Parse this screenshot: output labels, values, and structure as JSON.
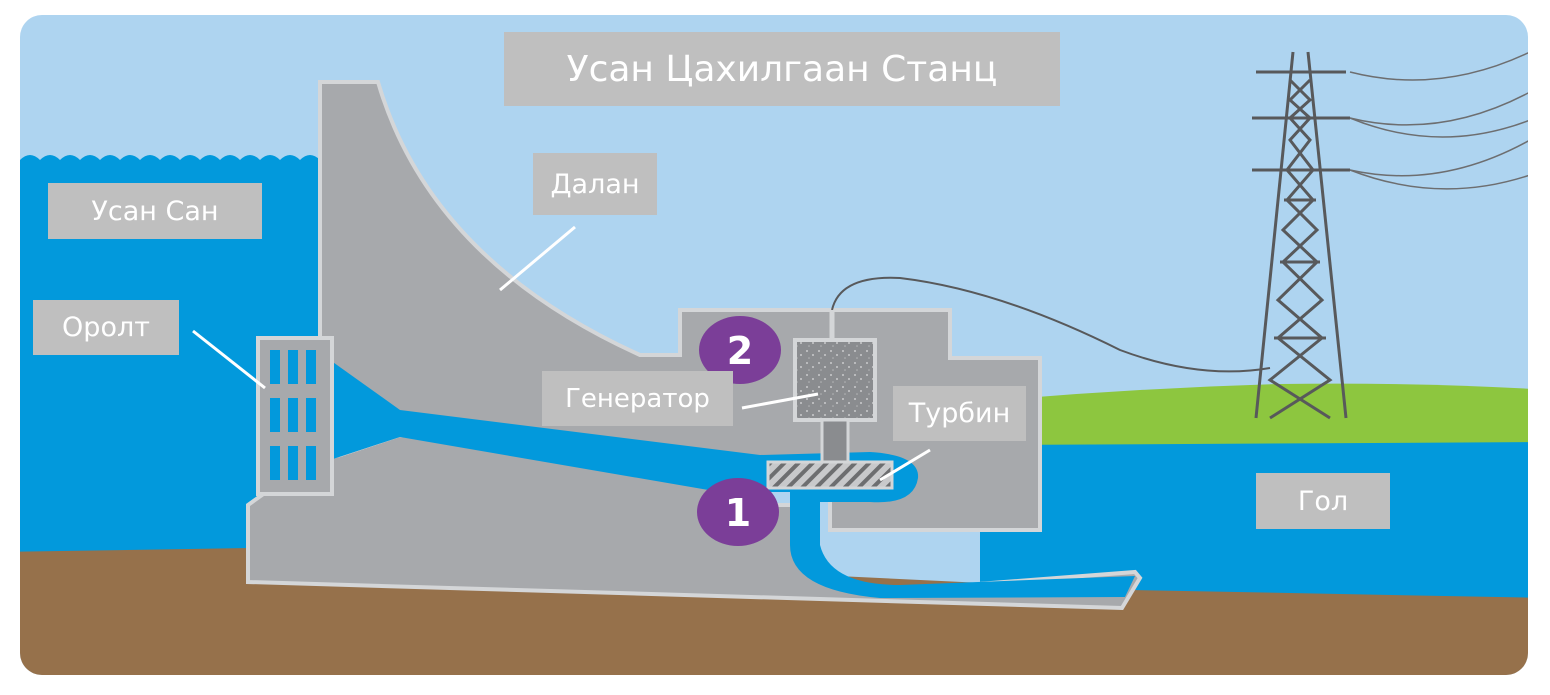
{
  "title": "Усан Цахилгаан Станц",
  "labels": {
    "reservoir": "Усан Сан",
    "intake": "Оролт",
    "dam": "Далан",
    "generator": "Генератор",
    "turbine": "Турбин",
    "river": "Гол"
  },
  "markers": {
    "one": "1",
    "two": "2"
  },
  "colors": {
    "sky": "#aed4f0",
    "water": "#0299dc",
    "ground": "#96714b",
    "grass": "#8dc63f",
    "concrete": "#a7a9ac",
    "concrete_edge": "#d4d6d8",
    "marker": "#7b3e98",
    "label_bg": "#bfbfbf"
  }
}
